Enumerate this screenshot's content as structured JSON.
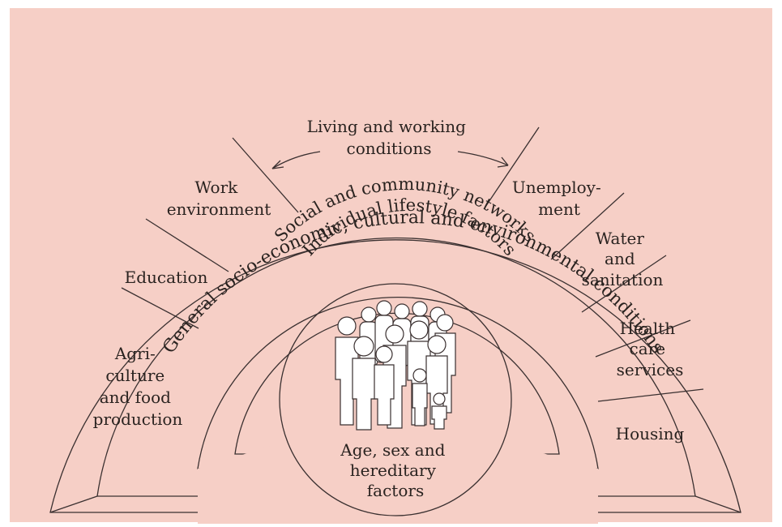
{
  "diagram": {
    "outer_label": "General socio-economic, cultural and environmental conditions",
    "living_label": [
      "Living and working",
      "conditions"
    ],
    "social_label": "Social and community networks",
    "lifestyle_label": "Individual lifestyle factors",
    "core_label": [
      "Age, sex and",
      "hereditary",
      "factors"
    ],
    "left_segments": {
      "agriculture": [
        "Agri-",
        "culture",
        "and food",
        "production"
      ],
      "education": [
        "Education"
      ],
      "work": [
        "Work",
        "environment"
      ]
    },
    "right_segments": {
      "unemployment": [
        "Unemploy-",
        "ment"
      ],
      "water": [
        "Water",
        "and",
        "sanitation"
      ],
      "health": [
        "Health",
        "care",
        "services"
      ],
      "housing": [
        "Housing"
      ]
    },
    "colors": {
      "background": "#f6cfc6",
      "outer_band": "#f7d6cd",
      "center": "#e98c80",
      "people_fill": "#ffffff",
      "line": "#3a3030"
    }
  }
}
